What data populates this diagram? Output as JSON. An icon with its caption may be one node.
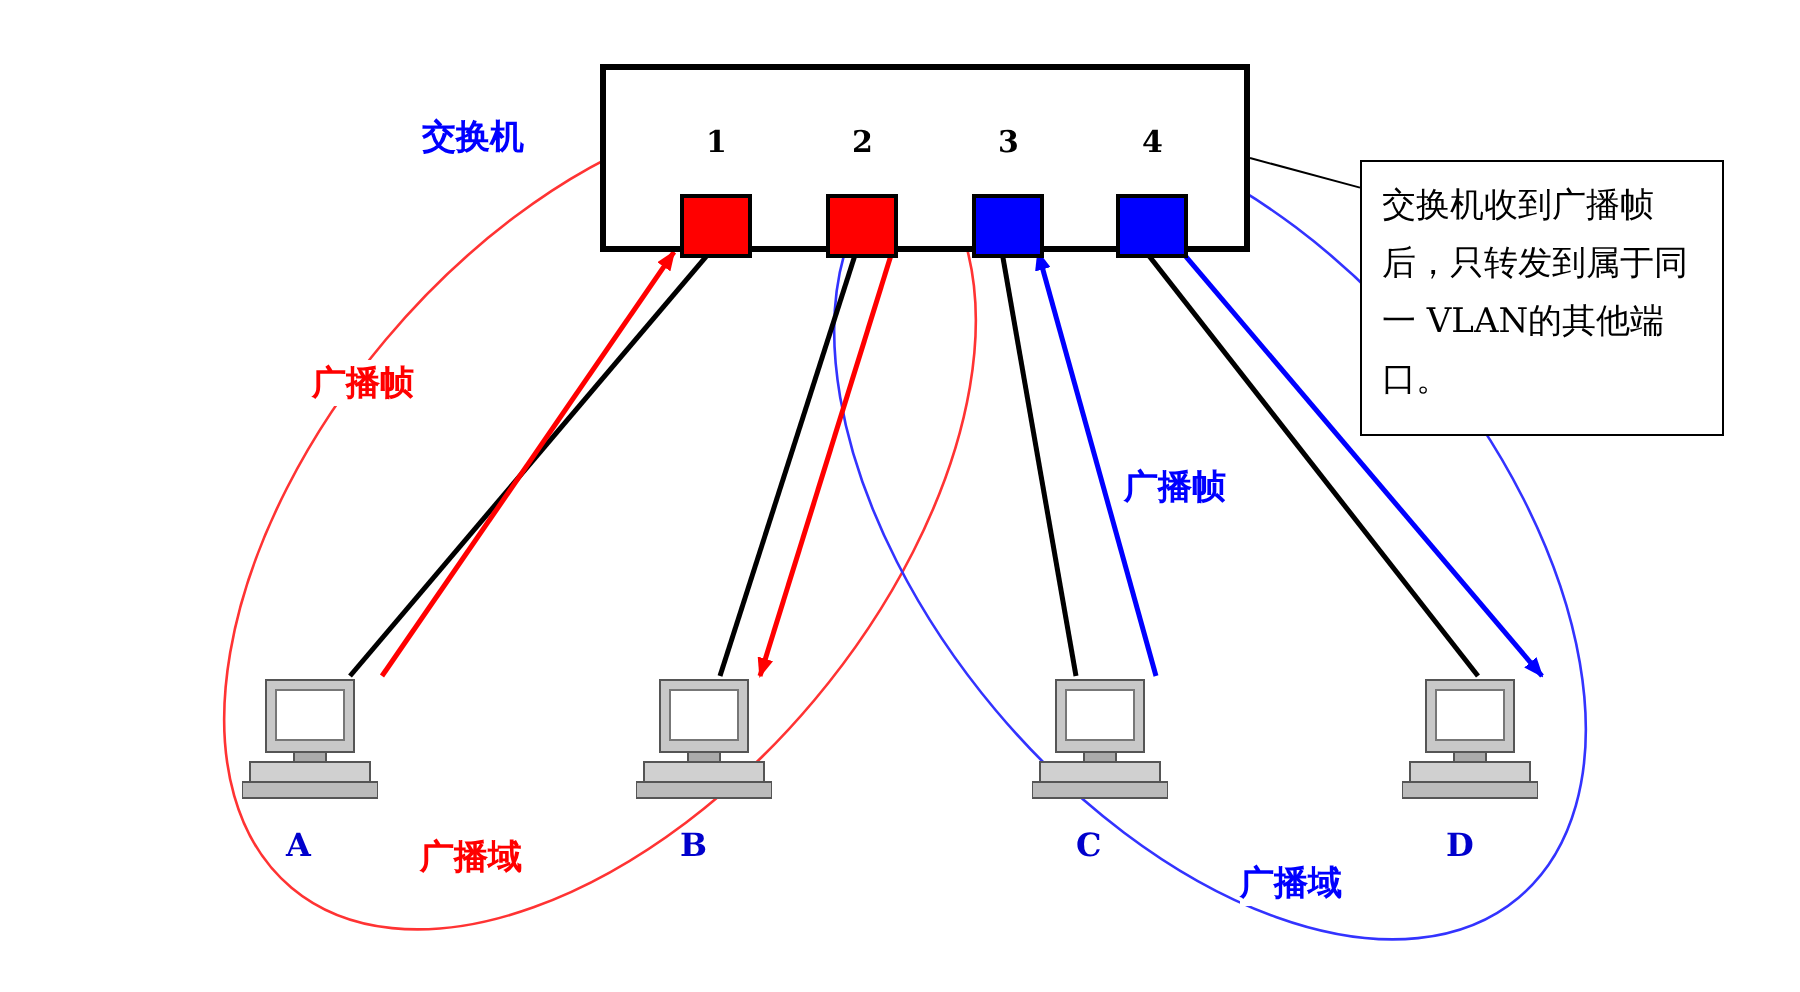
{
  "diagram": {
    "nodes": [
      {
        "text": [
          "交换机"
        ]
      },
      {
        "text": [
          "1"
        ],
        "in": 0
      },
      {
        "text": [
          "2"
        ],
        "in": 0
      },
      {
        "text": [
          "3"
        ],
        "in": 0
      },
      {
        "text": [
          "4"
        ],
        "in": 0
      },
      {
        "text": [
          "A"
        ]
      },
      {
        "text": [
          "B"
        ]
      },
      {
        "text": [
          "C"
        ]
      },
      {
        "text": [
          "D"
        ]
      },
      {
        "text": [
          "交换机收到广播帧后，只转发到属于同一 VLAN的其他端口。"
        ]
      }
    ],
    "edges": [
      {
        "from": 1,
        "to": 5,
        "arrow": "none"
      },
      {
        "from": 2,
        "to": 6,
        "arrow": "none"
      },
      {
        "from": 3,
        "to": 7,
        "arrow": "none"
      },
      {
        "from": 4,
        "to": 8,
        "arrow": "none"
      },
      {
        "from": 9,
        "to": 0,
        "arrow": "none"
      },
      {
        "from": 5,
        "to": 1,
        "arrow": "to",
        "label": "广播帧",
        "color": "#ff0000"
      },
      {
        "from": 2,
        "to": 6,
        "arrow": "to",
        "color": "#ff0000"
      },
      {
        "from": 7,
        "to": 3,
        "arrow": "to",
        "label": "广播帧",
        "color": "#0000ff"
      },
      {
        "from": 4,
        "to": 8,
        "arrow": "to",
        "color": "#0000ff"
      }
    ],
    "labels": [
      "广播域",
      "广播域"
    ]
  }
}
